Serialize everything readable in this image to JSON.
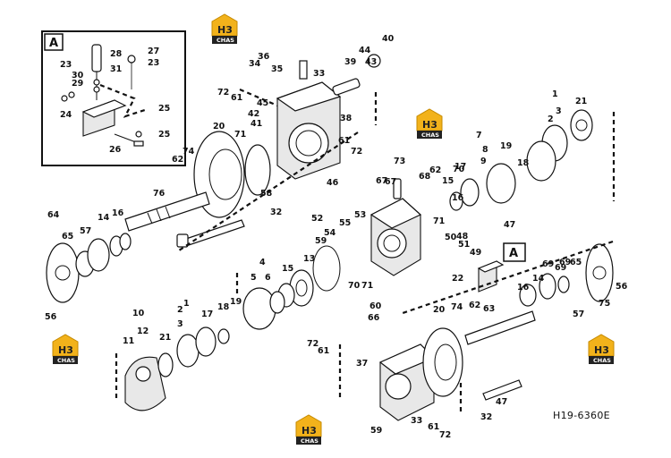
{
  "reference_code": "H19-6360E",
  "detail_label": "A",
  "logo": {
    "text": "H3",
    "caption": "CHAS"
  },
  "labels": {
    "inset": [
      "28",
      "27",
      "23",
      "31",
      "30",
      "29",
      "23",
      "24",
      "25",
      "25",
      "26"
    ],
    "top": [
      "36",
      "34",
      "35",
      "33",
      "40",
      "44",
      "43",
      "39",
      "72",
      "61",
      "45",
      "42",
      "41",
      "38",
      "71",
      "61",
      "72",
      "46",
      "20",
      "74",
      "62",
      "58",
      "76",
      "32"
    ],
    "right": [
      "1",
      "2",
      "3",
      "21",
      "7",
      "9",
      "8",
      "19",
      "18",
      "17",
      "73",
      "68",
      "62",
      "70",
      "15",
      "67",
      "16",
      "47",
      "69"
    ],
    "middle": [
      "52",
      "55",
      "53",
      "54",
      "71",
      "50",
      "51",
      "48",
      "59",
      "13",
      "49",
      "22",
      "70",
      "71",
      "60",
      "66",
      "64",
      "65",
      "57",
      "14",
      "16",
      "69",
      "75",
      "56",
      "57",
      "56",
      "67"
    ],
    "bottom": [
      "4",
      "5",
      "6",
      "15",
      "19",
      "18",
      "17",
      "1",
      "2",
      "3",
      "10",
      "11",
      "12",
      "21",
      "74",
      "62",
      "20",
      "63",
      "72",
      "61",
      "37",
      "59",
      "33",
      "61",
      "72",
      "47",
      "32",
      "16",
      "14",
      "69",
      "65"
    ]
  }
}
